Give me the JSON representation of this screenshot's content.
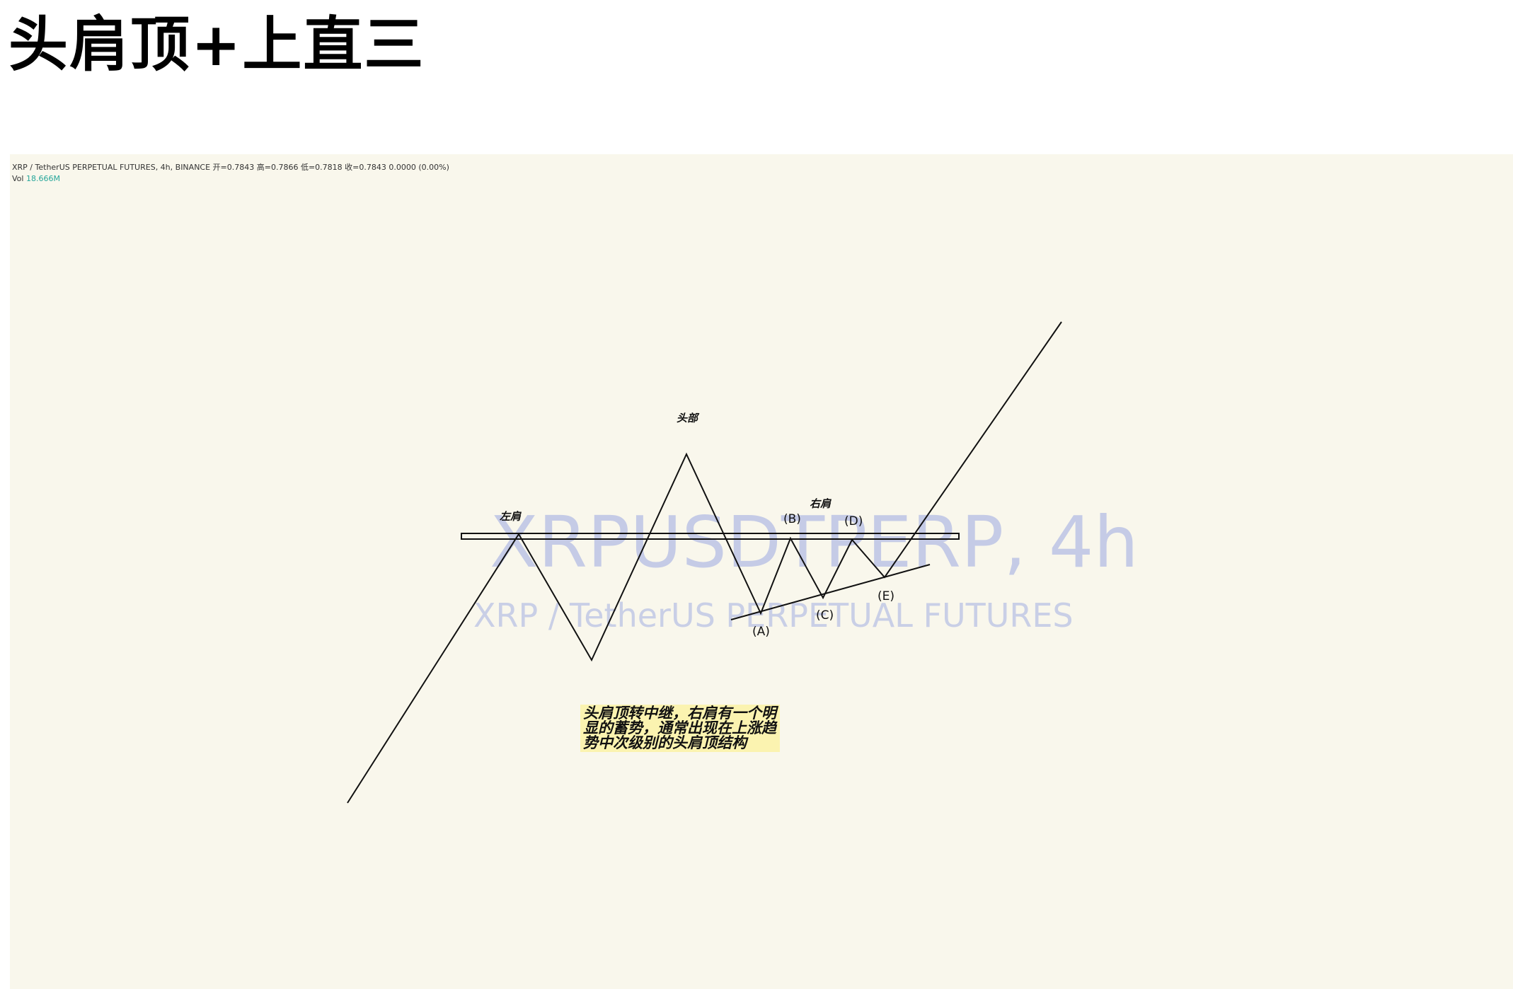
{
  "page": {
    "title": "头肩顶+上直三"
  },
  "chart": {
    "legend": {
      "line1": "XRP / TetherUS PERPETUAL FUTURES, 4h, BINANCE  开=0.7843  高=0.7866  低=0.7818  收=0.7843  0.0000 (0.00%)",
      "vol_label": "Vol",
      "vol_value": "18.666M"
    },
    "watermark": {
      "symbol": "XRPUSDTPERP, 4h",
      "description": "XRP / TetherUS PERPETUAL FUTURES"
    },
    "labels": {
      "left_shoulder": "左肩",
      "head": "头部",
      "right_shoulder": "右肩",
      "a": "(A)",
      "b": "(B)",
      "c": "(C)",
      "d": "(D)",
      "e": "(E)"
    },
    "note": "头肩顶转中继，右肩有一个明显的蓄势，通常出现在上涨趋势中次级别的头肩顶结构",
    "colors": {
      "background": "#f9f7ec",
      "line": "#111111",
      "watermark": "#c5cbe6",
      "note_bg": "#fbf3b0",
      "vol": "#26a69a"
    }
  }
}
